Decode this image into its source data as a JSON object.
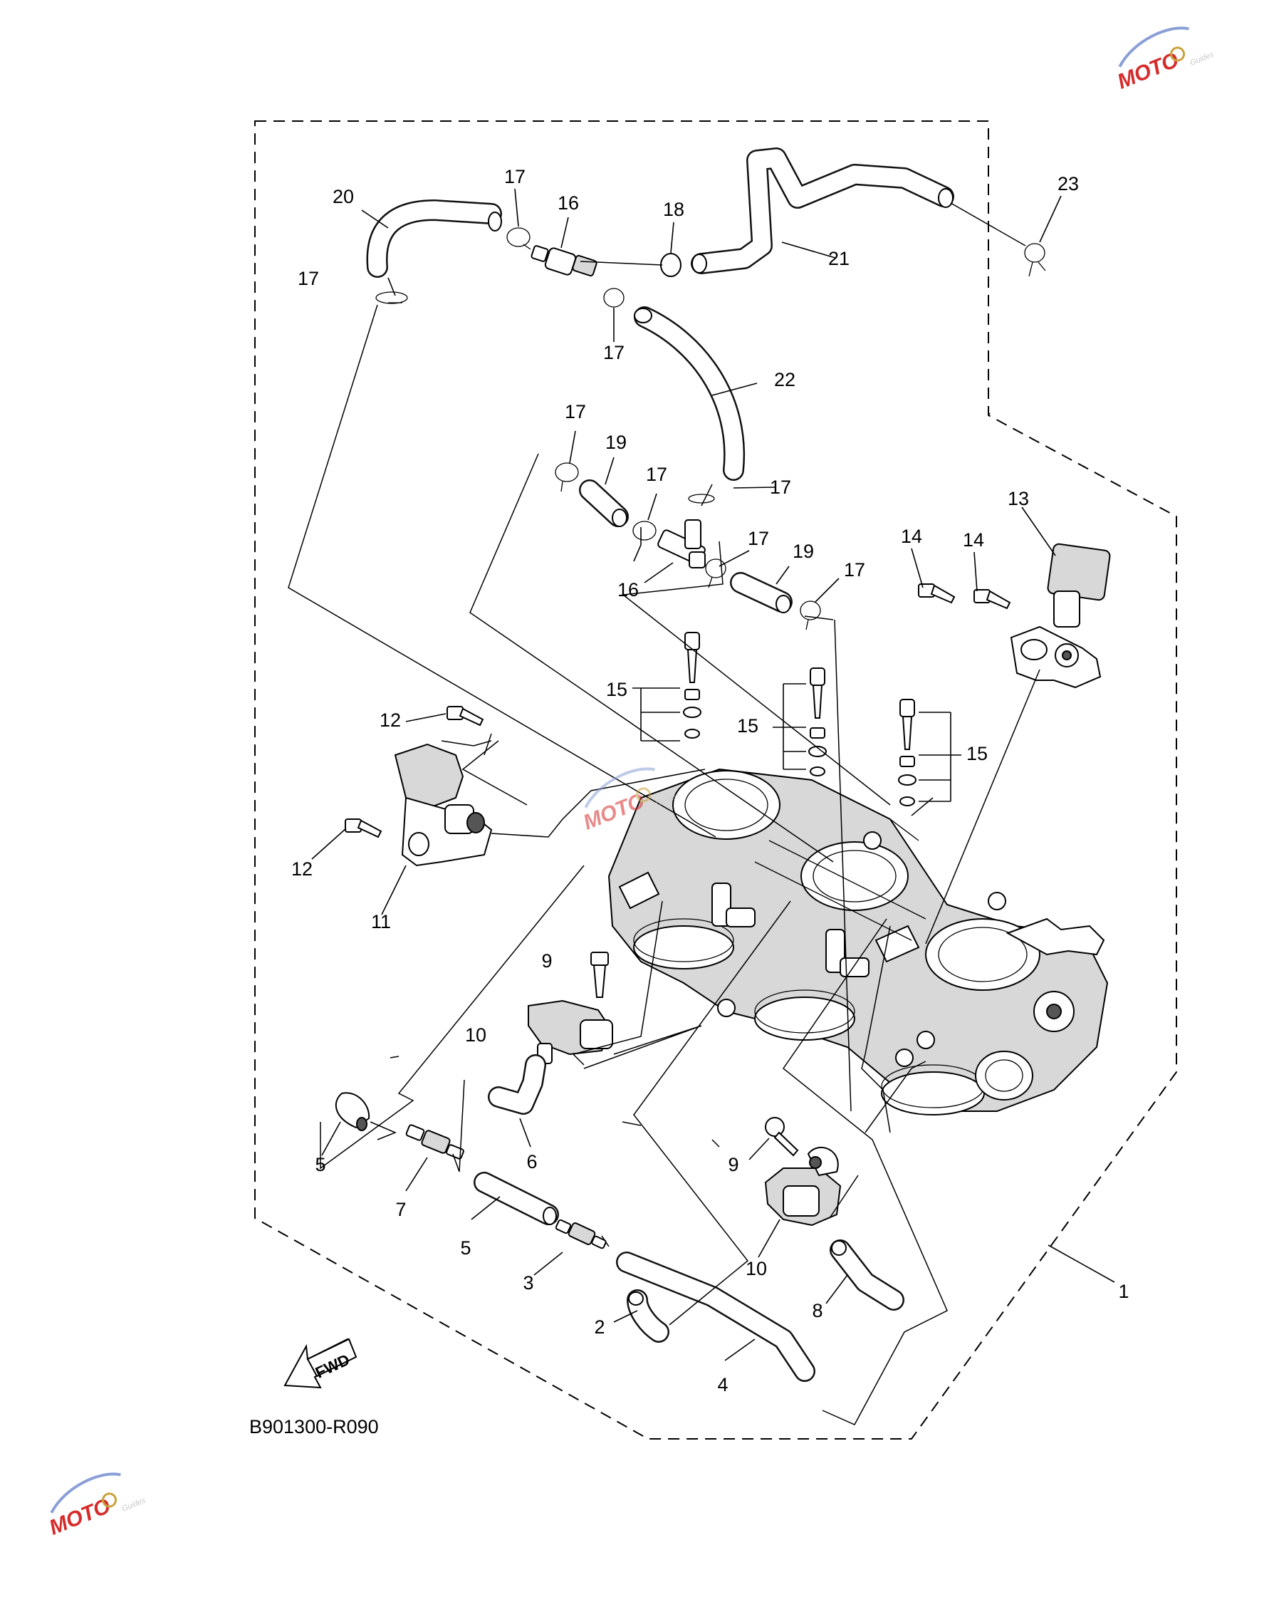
{
  "diagram_code": "B901300-R090",
  "fwd_label": "FWD",
  "watermark": {
    "brand": "MOTO",
    "tag": "Guides",
    "accent": "#d62b2b"
  },
  "callouts": [
    {
      "id": "c1",
      "n": "1"
    },
    {
      "id": "c2",
      "n": "2"
    },
    {
      "id": "c3",
      "n": "3"
    },
    {
      "id": "c4",
      "n": "4"
    },
    {
      "id": "c5a",
      "n": "5"
    },
    {
      "id": "c5b",
      "n": "5"
    },
    {
      "id": "c6",
      "n": "6"
    },
    {
      "id": "c7",
      "n": "7"
    },
    {
      "id": "c8",
      "n": "8"
    },
    {
      "id": "c9a",
      "n": "9"
    },
    {
      "id": "c9b",
      "n": "9"
    },
    {
      "id": "c10a",
      "n": "10"
    },
    {
      "id": "c10b",
      "n": "10"
    },
    {
      "id": "c11",
      "n": "11"
    },
    {
      "id": "c12a",
      "n": "12"
    },
    {
      "id": "c12b",
      "n": "12"
    },
    {
      "id": "c13",
      "n": "13"
    },
    {
      "id": "c14a",
      "n": "14"
    },
    {
      "id": "c14b",
      "n": "14"
    },
    {
      "id": "c15a",
      "n": "15"
    },
    {
      "id": "c15b",
      "n": "15"
    },
    {
      "id": "c15c",
      "n": "15"
    },
    {
      "id": "c16a",
      "n": "16"
    },
    {
      "id": "c16b",
      "n": "16"
    },
    {
      "id": "c17a",
      "n": "17"
    },
    {
      "id": "c17b",
      "n": "17"
    },
    {
      "id": "c17c",
      "n": "17"
    },
    {
      "id": "c17d",
      "n": "17"
    },
    {
      "id": "c17e",
      "n": "17"
    },
    {
      "id": "c17f",
      "n": "17"
    },
    {
      "id": "c17g",
      "n": "17"
    },
    {
      "id": "c17h",
      "n": "17"
    },
    {
      "id": "c18",
      "n": "18"
    },
    {
      "id": "c19a",
      "n": "19"
    },
    {
      "id": "c19b",
      "n": "19"
    },
    {
      "id": "c20",
      "n": "20"
    },
    {
      "id": "c21",
      "n": "21"
    },
    {
      "id": "c22",
      "n": "22"
    },
    {
      "id": "c23",
      "n": "23"
    }
  ]
}
